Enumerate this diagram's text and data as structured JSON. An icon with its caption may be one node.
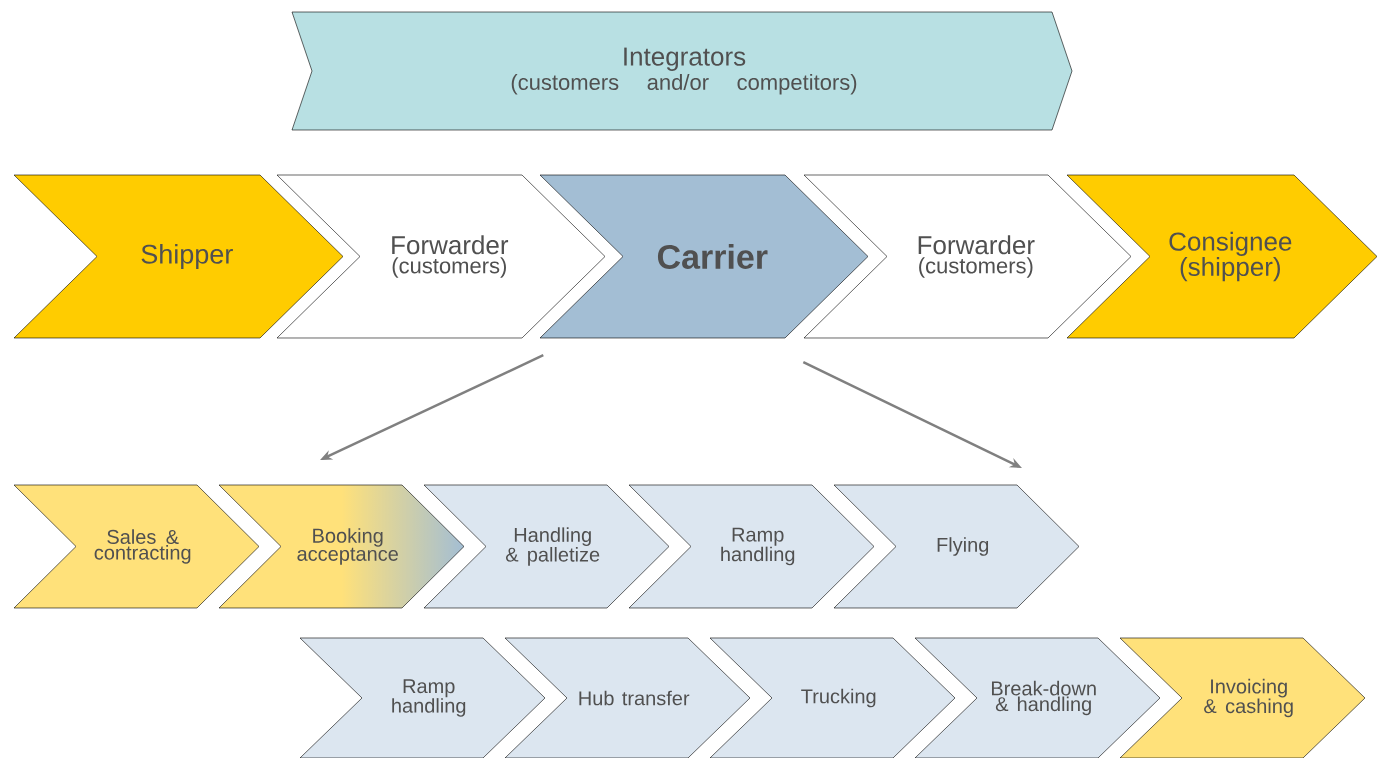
{
  "diagram": {
    "nodes": [
      {
        "text": [
          "Integrators",
          "(customers and/or competitors)"
        ]
      },
      {
        "text": [
          "Shipper"
        ]
      },
      {
        "text": [
          "Forwarder",
          "(customers)"
        ]
      },
      {
        "text": [
          "Carrier"
        ]
      },
      {
        "text": [
          "Forwarder",
          "(customers)"
        ]
      },
      {
        "text": [
          "Consignee (shipper)"
        ]
      },
      {
        "text": [
          "Sales & contracting"
        ]
      },
      {
        "text": [
          "Booking acceptance"
        ]
      },
      {
        "text": [
          "Handling & palletize"
        ]
      },
      {
        "text": [
          "Ramp handling"
        ]
      },
      {
        "text": [
          "Flying"
        ]
      },
      {
        "text": [
          "Ramp handling"
        ]
      },
      {
        "text": [
          "Hub transfer"
        ]
      },
      {
        "text": [
          "Trucking"
        ]
      },
      {
        "text": [
          "Break-down & handling"
        ]
      },
      {
        "text": [
          "Invoicing & cashing"
        ]
      }
    ],
    "edges": [
      {
        "from": 3,
        "to": null,
        "arrow": "to"
      },
      {
        "from": 3,
        "to": null,
        "arrow": "to"
      }
    ]
  }
}
